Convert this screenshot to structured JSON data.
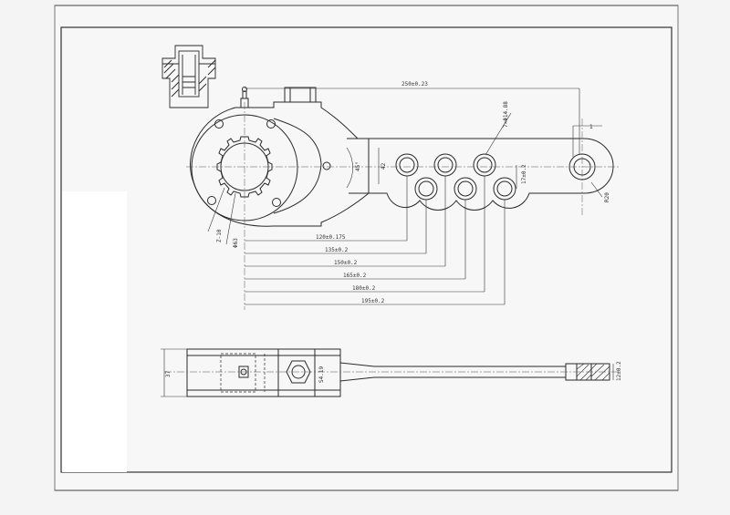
{
  "drawing": {
    "top_view": {
      "overall_length": "250±0.23",
      "hole_spec": "7×Φ14.88",
      "end_offset": "1",
      "end_radius": "R20",
      "hole_pitch_vertical": "17±0.2",
      "arm_height": "42",
      "angle": "45°",
      "spline": "Z-10",
      "bore": "Φ63",
      "hole_distances": [
        "120±0.175",
        "135±0.2",
        "150±0.2",
        "165±0.2",
        "180±0.2",
        "195±0.2"
      ]
    },
    "side_view": {
      "body_width": "37",
      "gear_dim": "S4.19",
      "arm_thickness": "12±0.2"
    }
  },
  "colors": {
    "line": "#2a2a2a",
    "paper": "#f7f7f7",
    "background": "#f4f4f4",
    "mask": "#ffffff"
  }
}
